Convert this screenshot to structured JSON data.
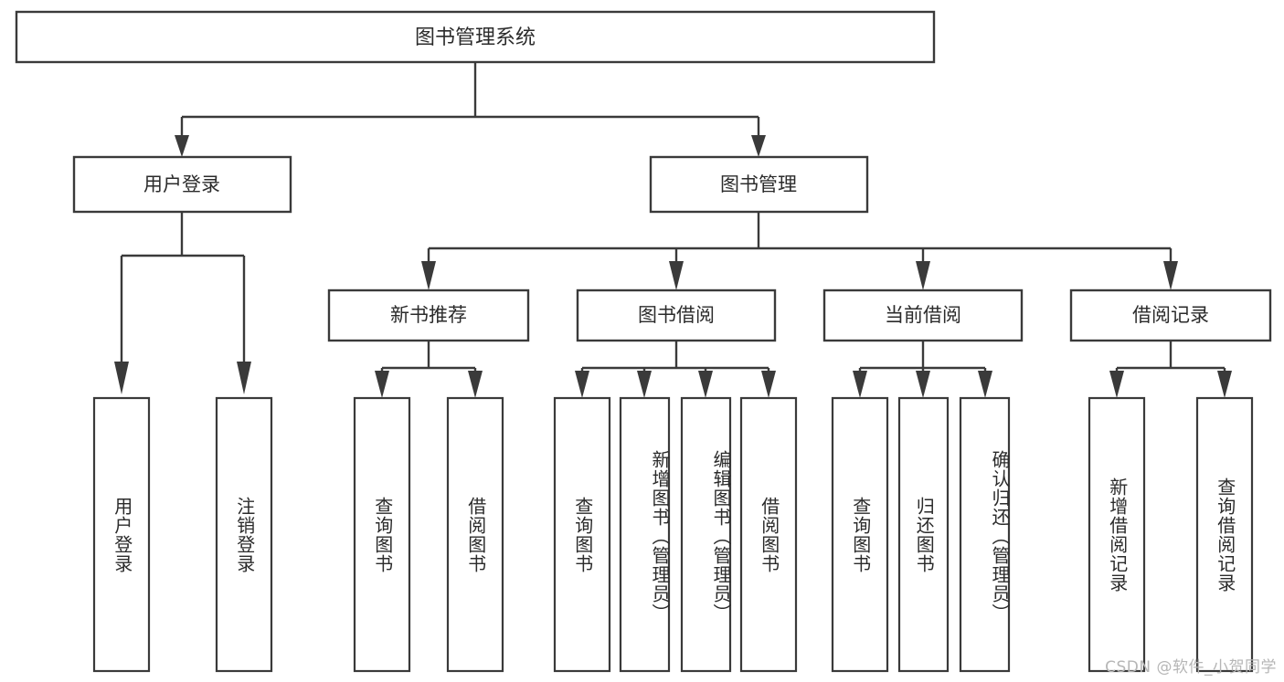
{
  "diagram": {
    "type": "tree",
    "title_node": {
      "label": "图书管理系统"
    },
    "level2": [
      {
        "label": "用户登录"
      },
      {
        "label": "图书管理"
      }
    ],
    "level3": [
      {
        "label": "新书推荐"
      },
      {
        "label": "图书借阅"
      },
      {
        "label": "当前借阅"
      },
      {
        "label": "借阅记录"
      }
    ],
    "leaves": {
      "user_login": [
        {
          "label": "用户登录"
        },
        {
          "label": "注销登录"
        }
      ],
      "new_book_recommend": [
        {
          "label": "查询图书"
        },
        {
          "label": "借阅图书"
        }
      ],
      "book_borrow": [
        {
          "label": "查询图书"
        },
        {
          "label": "新增图书（管理员）"
        },
        {
          "label": "编辑图书（管理员）"
        },
        {
          "label": "借阅图书"
        }
      ],
      "current_borrow": [
        {
          "label": "查询图书"
        },
        {
          "label": "归还图书"
        },
        {
          "label": "确认归还（管理员）"
        }
      ],
      "borrow_record": [
        {
          "label": "新增借阅记录"
        },
        {
          "label": "查询借阅记录"
        }
      ]
    },
    "watermark": "CSDN @软件_小贺同学",
    "colors": {
      "stroke": "#3a3a3a",
      "text": "#2b2b2b",
      "background": "#ffffff",
      "watermark": "#b6b6b6"
    }
  }
}
